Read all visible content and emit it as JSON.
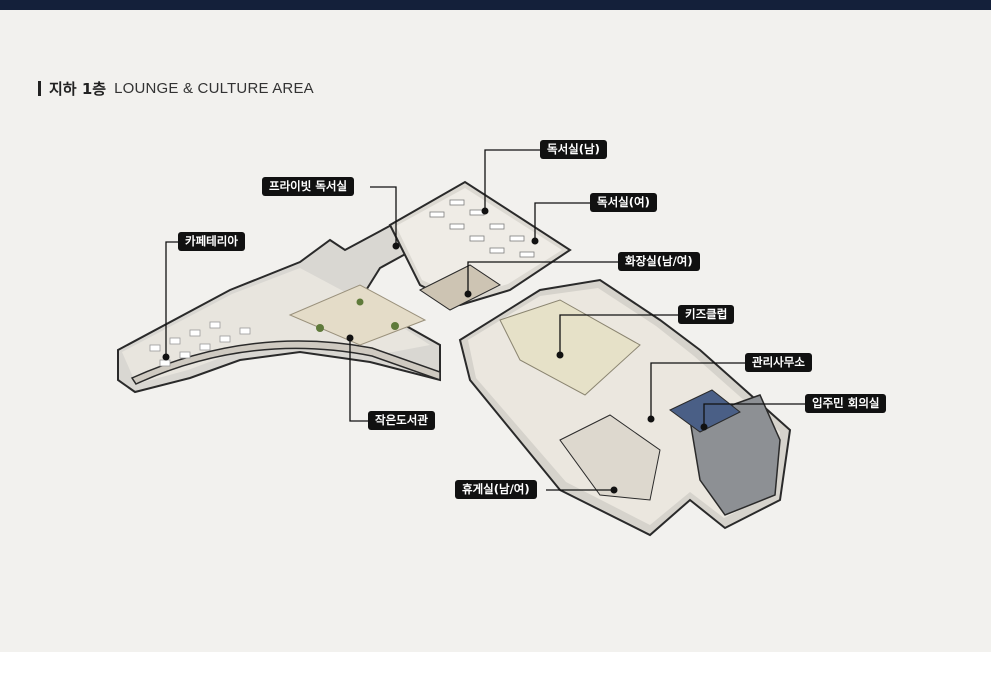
{
  "heading": {
    "floor": "지하 1층",
    "area_name": "LOUNGE & CULTURE AREA"
  },
  "labels": {
    "cafeteria": "카페테리아",
    "private_reading": "프라이빗 독서실",
    "reading_m": "독서실(남)",
    "reading_f": "독서실(여)",
    "restroom": "화장실(남/여)",
    "kids_club": "키즈클럽",
    "mgmt_office": "관리사무소",
    "resident_meeting": "입주민 회의실",
    "small_library": "작은도서관",
    "lounge": "휴게실(남/여)"
  },
  "colors": {
    "top_bar": "#14203a",
    "background": "#f2f1ee",
    "label_bg": "#111111",
    "label_text": "#ffffff"
  }
}
